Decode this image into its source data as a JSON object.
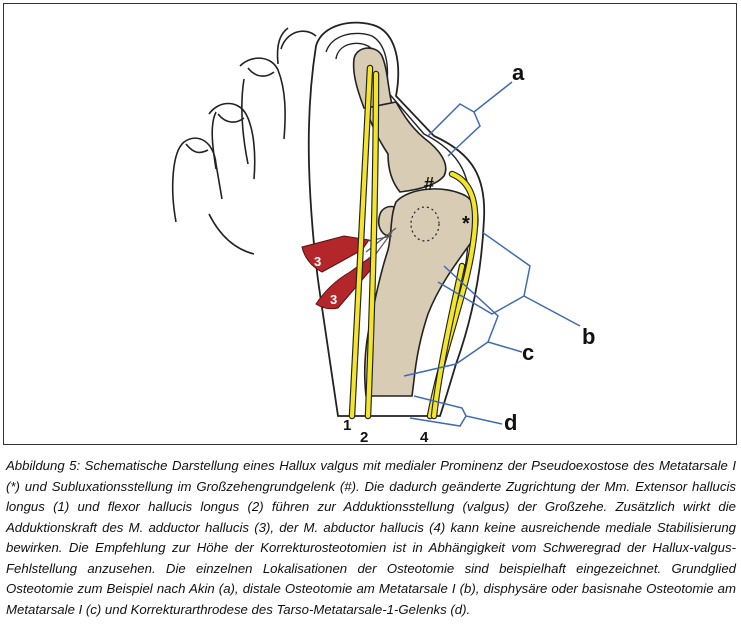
{
  "labels": {
    "a": "a",
    "b": "b",
    "c": "c",
    "d": "d",
    "tendon_1": "1",
    "tendon_2": "2",
    "tendon_4": "4",
    "muscle_3_upper": "3",
    "muscle_3_lower": "3",
    "hash": "#",
    "star": "*"
  },
  "caption": "Abbildung 5: Schematische Darstellung eines Hallux valgus mit medialer Prominenz der Pseudoexostose des Metatarsale I (*) und Subluxationsstellung im Großzehengrundgelenk (#). Die dadurch geänderte Zugrichtung der Mm. Extensor hallucis longus (1) und flexor hallucis longus (2) führen zur Adduktionsstellung (valgus) der Großzehe. Zusätzlich wirkt die Adduktionskraft des M. adductor hallucis (3), der M. abductor hallucis (4) kann keine ausreichende mediale Stabilisierung bewirken. Die Empfehlung zur Höhe der Korrekturosteotomien ist in Abhängigkeit vom Schweregrad der Hallux-valgus-Fehlstellung anzusehen. Die einzelnen Lokalisationen der Osteotomie sind beispielhaft eingezeichnet. Grundglied Osteotomie zum Beispiel nach Akin (a), distale Osteotomie am Metatarsale I (b), disphysäre oder basisnahe Osteotomie am Metatarsale I (c) und Korrekturarthrodese des Tarso-Metatarsale-1-Gelenks (d).",
  "colors": {
    "bone": "#d8cdb4",
    "tendon": "#f2e52a",
    "muscle": "#b3262a",
    "pointer": "#3e6bb3"
  }
}
